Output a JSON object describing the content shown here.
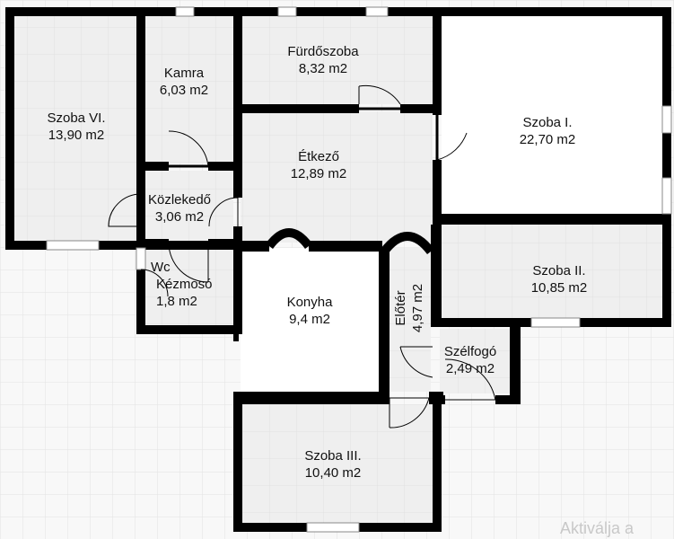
{
  "rooms": {
    "szoba_vi": {
      "name": "Szoba VI.",
      "area": "13,90 m2"
    },
    "kamra": {
      "name": "Kamra",
      "area": "6,03 m2"
    },
    "furdoszoba": {
      "name": "Fürdőszoba",
      "area": "8,32 m2"
    },
    "szoba_i": {
      "name": "Szoba I.",
      "area": "22,70 m2"
    },
    "etkezo": {
      "name": "Étkező",
      "area": "12,89 m2"
    },
    "kozlekedo": {
      "name": "Közlekedő",
      "area": "3,06 m2"
    },
    "wc": {
      "name": "Wc",
      "name2": "Kézmosó",
      "area": "1,8 m2"
    },
    "konyha": {
      "name": "Konyha",
      "area": "9,4 m2"
    },
    "eloter": {
      "name": "Előtér",
      "area": "4,97 m2"
    },
    "szoba_ii": {
      "name": "Szoba II.",
      "area": "10,85 m2"
    },
    "szelfogo": {
      "name": "Szélfogó",
      "area": "2,49 m2"
    },
    "szoba_iii": {
      "name": "Szoba III.",
      "area": "10,40 m2"
    }
  },
  "watermark": "Aktiválja a"
}
